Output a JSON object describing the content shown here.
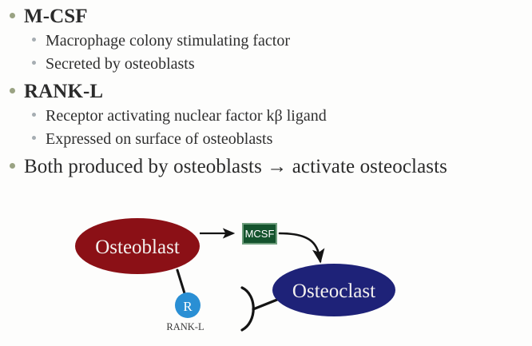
{
  "slide": {
    "background_color": "#fdfdfc",
    "bullets": [
      {
        "level": 1,
        "text": "M-CSF",
        "style": "heading",
        "color": "#b5121b",
        "marker": "bullet-dot-olive"
      },
      {
        "level": 2,
        "text": "Macrophage colony stimulating factor",
        "style": "normal",
        "color": "#2f2f2f",
        "marker": "bullet-dot-gray"
      },
      {
        "level": 2,
        "text": "Secreted by osteoblasts",
        "style": "normal",
        "color": "#2f2f2f",
        "marker": "bullet-dot-gray"
      },
      {
        "level": 1,
        "text": "RANK-L",
        "style": "heading",
        "color": "#1d3a2a",
        "marker": "bullet-dot-olive"
      },
      {
        "level": 2,
        "text": "Receptor activating nuclear factor kβ ligand",
        "style": "normal",
        "color": "#2f2f2f",
        "marker": "bullet-dot-gray"
      },
      {
        "level": 2,
        "text": "Expressed on surface of osteoblasts",
        "style": "normal",
        "color": "#2f2f2f",
        "marker": "bullet-dot-gray"
      },
      {
        "level": 1,
        "text": "Both produced by osteoblasts → activate osteoclasts",
        "style": "normal",
        "color": "#2b2b2b",
        "marker": "bullet-dot-olive"
      }
    ]
  },
  "diagram": {
    "osteoblast": {
      "label": "Osteoblast",
      "fill": "#8b1016",
      "text_color": "#f3f0ee"
    },
    "osteoclast": {
      "label": "Osteoclast",
      "fill": "#1e2278",
      "text_color": "#e8e8f5"
    },
    "mcsf_box": {
      "label": "MCSF",
      "fill": "#14532d",
      "border": "#6f9e7d",
      "text_color": "#ffffff"
    },
    "receptor": {
      "label": "R",
      "fill": "#2a8fd4",
      "text_color": "#ffffff"
    },
    "rankl_caption": "RANK-L",
    "arrow_color": "#141414"
  }
}
